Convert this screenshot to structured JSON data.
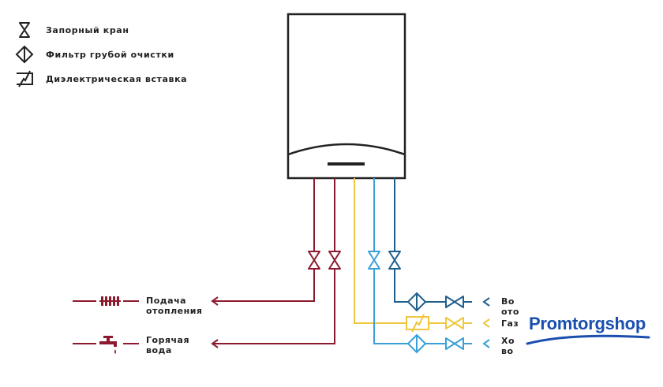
{
  "legend": {
    "shutoff_valve": "Запорный кран",
    "coarse_filter": "Фильтр грубой очистки",
    "dielectric_insert": "Диэлектрическая вставка"
  },
  "outputs": {
    "heating_supply": "Подача\nотопления",
    "hot_water": "Горячая\nвода"
  },
  "inputs": {
    "heating_return": "Во\nото",
    "gas": "Газ",
    "cold_water": "Хо\nво"
  },
  "brand": {
    "part1": "Promtorg",
    "part2": "shop"
  },
  "colors": {
    "heating": "#8c1a2e",
    "gas": "#f0c63c",
    "cold": "#3aa0d8",
    "return": "#1f5f8e",
    "brand": "#1a4fb0"
  }
}
